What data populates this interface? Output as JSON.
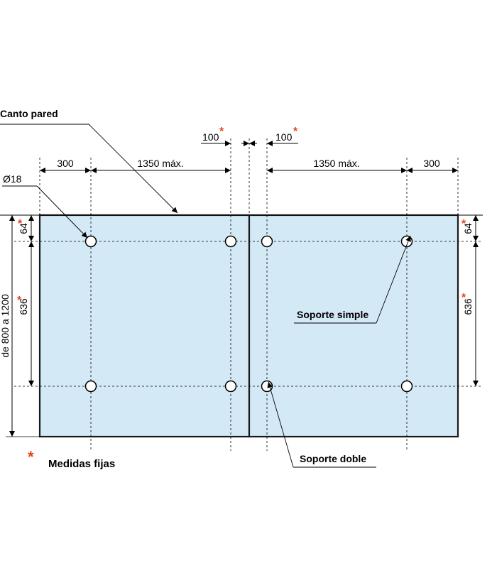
{
  "labels": {
    "wall_edge": "Canto pared",
    "hole_diameter": "Ø18",
    "single_support": "Soporte simple",
    "double_support": "Soporte doble",
    "fixed_measures": "Medidas fijas",
    "asterisk": "*"
  },
  "dimensions": {
    "left_margin": "300",
    "left_span": "1350 máx.",
    "gap_left": "100",
    "gap_right": "100",
    "right_span": "1350 máx.",
    "right_margin": "300",
    "top_offset_left": "64",
    "top_offset_right": "64",
    "vertical_spacing_left": "636",
    "vertical_spacing_right": "636",
    "total_depth": "de 800 a 1200"
  },
  "colors": {
    "panel_fill": "#d4e9f6",
    "asterisk": "#e8401c"
  }
}
